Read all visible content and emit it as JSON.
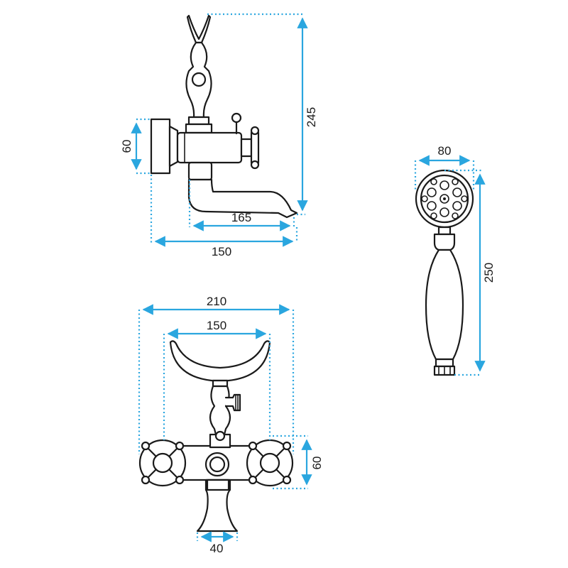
{
  "colors": {
    "dimension": "#2aa6df",
    "outline": "#1a1a1a",
    "background": "#ffffff"
  },
  "side_view": {
    "height_label": "245",
    "flange_label": "60",
    "spout_label": "165",
    "depth_label": "150"
  },
  "hand_shower": {
    "width_label": "80",
    "length_label": "250"
  },
  "front_view": {
    "width_label": "210",
    "cradle_label": "150",
    "height_label": "60",
    "spout_label": "40"
  }
}
